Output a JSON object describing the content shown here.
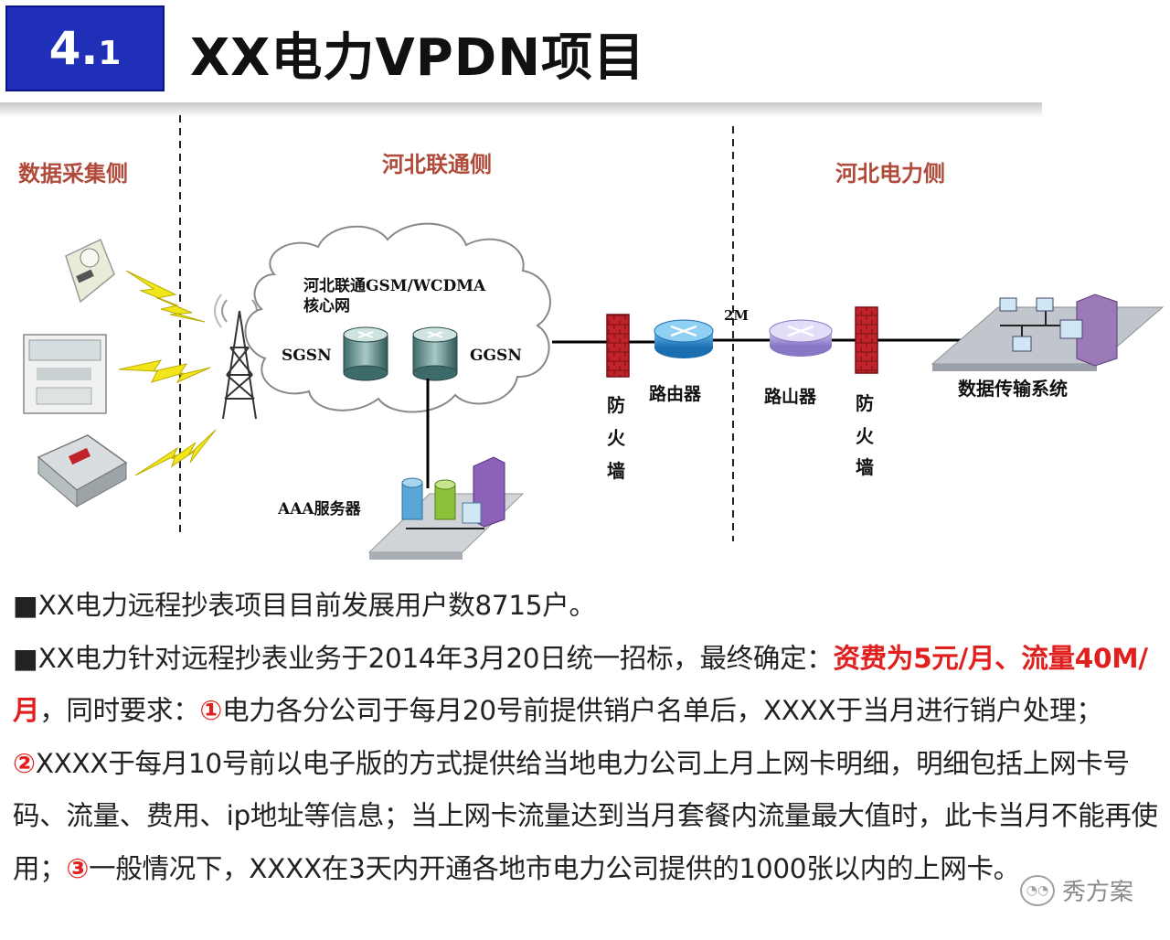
{
  "header": {
    "section_main": "4.",
    "section_sub": "1",
    "title": "XX电力VPDN项目"
  },
  "diagram": {
    "zones": {
      "collect": "数据采集侧",
      "unicom": "河北联通侧",
      "power": "河北电力侧"
    },
    "core_network_line1": "河北联通GSM/WCDMA",
    "core_network_line2": "核心网",
    "sgsn": "SGSN",
    "ggsn": "GGSN",
    "aaa_server": "AAA服务器",
    "firewall1": [
      "防",
      "火",
      "墙"
    ],
    "router1": "路由器",
    "link_speed": "2M",
    "router2": "路山器",
    "firewall2": [
      "防",
      "火",
      "墙"
    ],
    "data_system": "数据传输系统"
  },
  "body": {
    "p1": "■XX电力远程抄表项目目前发展用户数8715户。",
    "p2_pre": "■XX电力针对远程抄表业务于2014年3月20日统一招标，最终确定：",
    "p2_red": "资费为5元/月、流量40M/月",
    "p2_mid1": "，同时要求：",
    "num1": "①",
    "p2_mid2": "电力各分公司于每月20号前提供销户名单后，XXXX于当月进行销户处理；",
    "num2": "②",
    "p2_mid3": "XXXX于每月10号前以电子版的方式提供给当地电力公司上月上网卡明细，明细包括上网卡号码、流量、费用、ip地址等信息；当上网卡流量达到当月套餐内流量最大值时，此卡当月不能再使用；",
    "num3": "③",
    "p2_end": "一般情况下，XXXX在3天内开通各地市电力公司提供的1000张以内的上网卡。"
  },
  "watermark": {
    "icon": "wechat-icon",
    "text": "秀方案"
  },
  "colors": {
    "section_box": "#1f2fb7",
    "zone_label": "#b04a3a",
    "highlight_red": "#e0201e",
    "firewall": "#c0242a",
    "router_blue": "#2f8fd0",
    "router_purple": "#a79ad8"
  }
}
